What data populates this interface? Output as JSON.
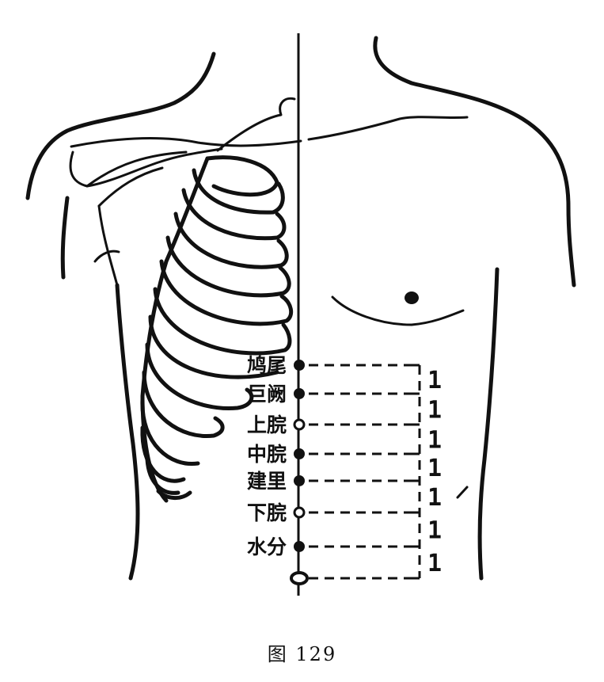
{
  "caption": "图 129",
  "points": [
    {
      "name": "鸠尾",
      "marker": "filled"
    },
    {
      "name": "巨阙",
      "marker": "filled"
    },
    {
      "name": "上脘",
      "marker": "ring"
    },
    {
      "name": "中脘",
      "marker": "filled"
    },
    {
      "name": "建里",
      "marker": "filled"
    },
    {
      "name": "下脘",
      "marker": "ring"
    },
    {
      "name": "水分",
      "marker": "filled"
    },
    {
      "name": "",
      "marker": "navel"
    }
  ],
  "intervals": [
    "1",
    "1",
    "1",
    "1",
    "1",
    "1",
    "1"
  ]
}
